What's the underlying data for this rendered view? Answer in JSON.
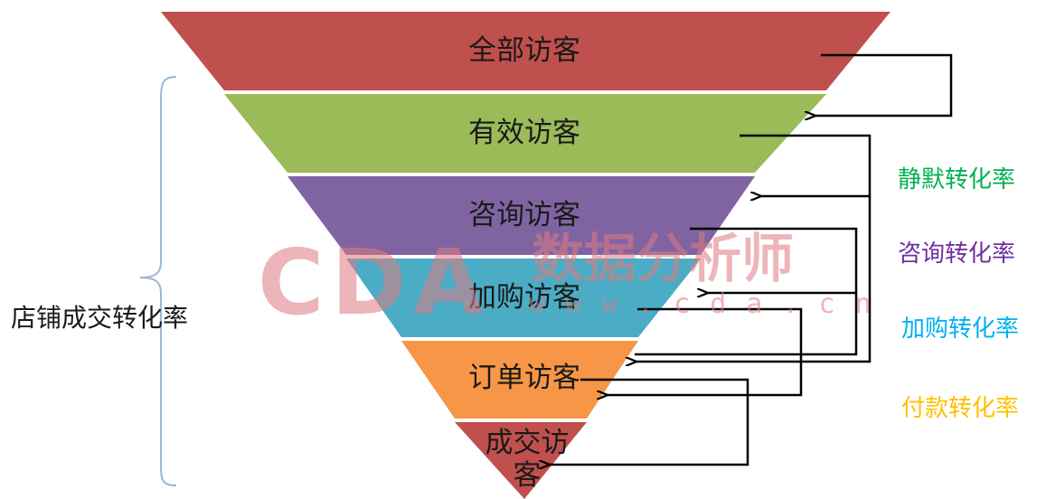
{
  "funnel": {
    "layers": [
      {
        "label": "全部访客",
        "color": "#c0504d"
      },
      {
        "label": "有效访客",
        "color": "#9bbb59"
      },
      {
        "label": "咨询访客",
        "color": "#8064a2"
      },
      {
        "label": "加购访客",
        "color": "#4bacc6"
      },
      {
        "label": "订单访客",
        "color": "#f79646"
      },
      {
        "label_line1": "成交访",
        "label_line2": "客",
        "color": "#c0504d"
      }
    ]
  },
  "rates": [
    {
      "label": "静默转化率",
      "color": "#00b050"
    },
    {
      "label": "咨询转化率",
      "color": "#7030a0"
    },
    {
      "label": "加购转化率",
      "color": "#00b0f0"
    },
    {
      "label": "付款转化率",
      "color": "#ffc000"
    }
  ],
  "brace": {
    "label": "店铺成交转化率"
  },
  "watermark": {
    "brand": "CDA",
    "brand_cn": "数据分析师",
    "url": "www.cda.cn"
  }
}
